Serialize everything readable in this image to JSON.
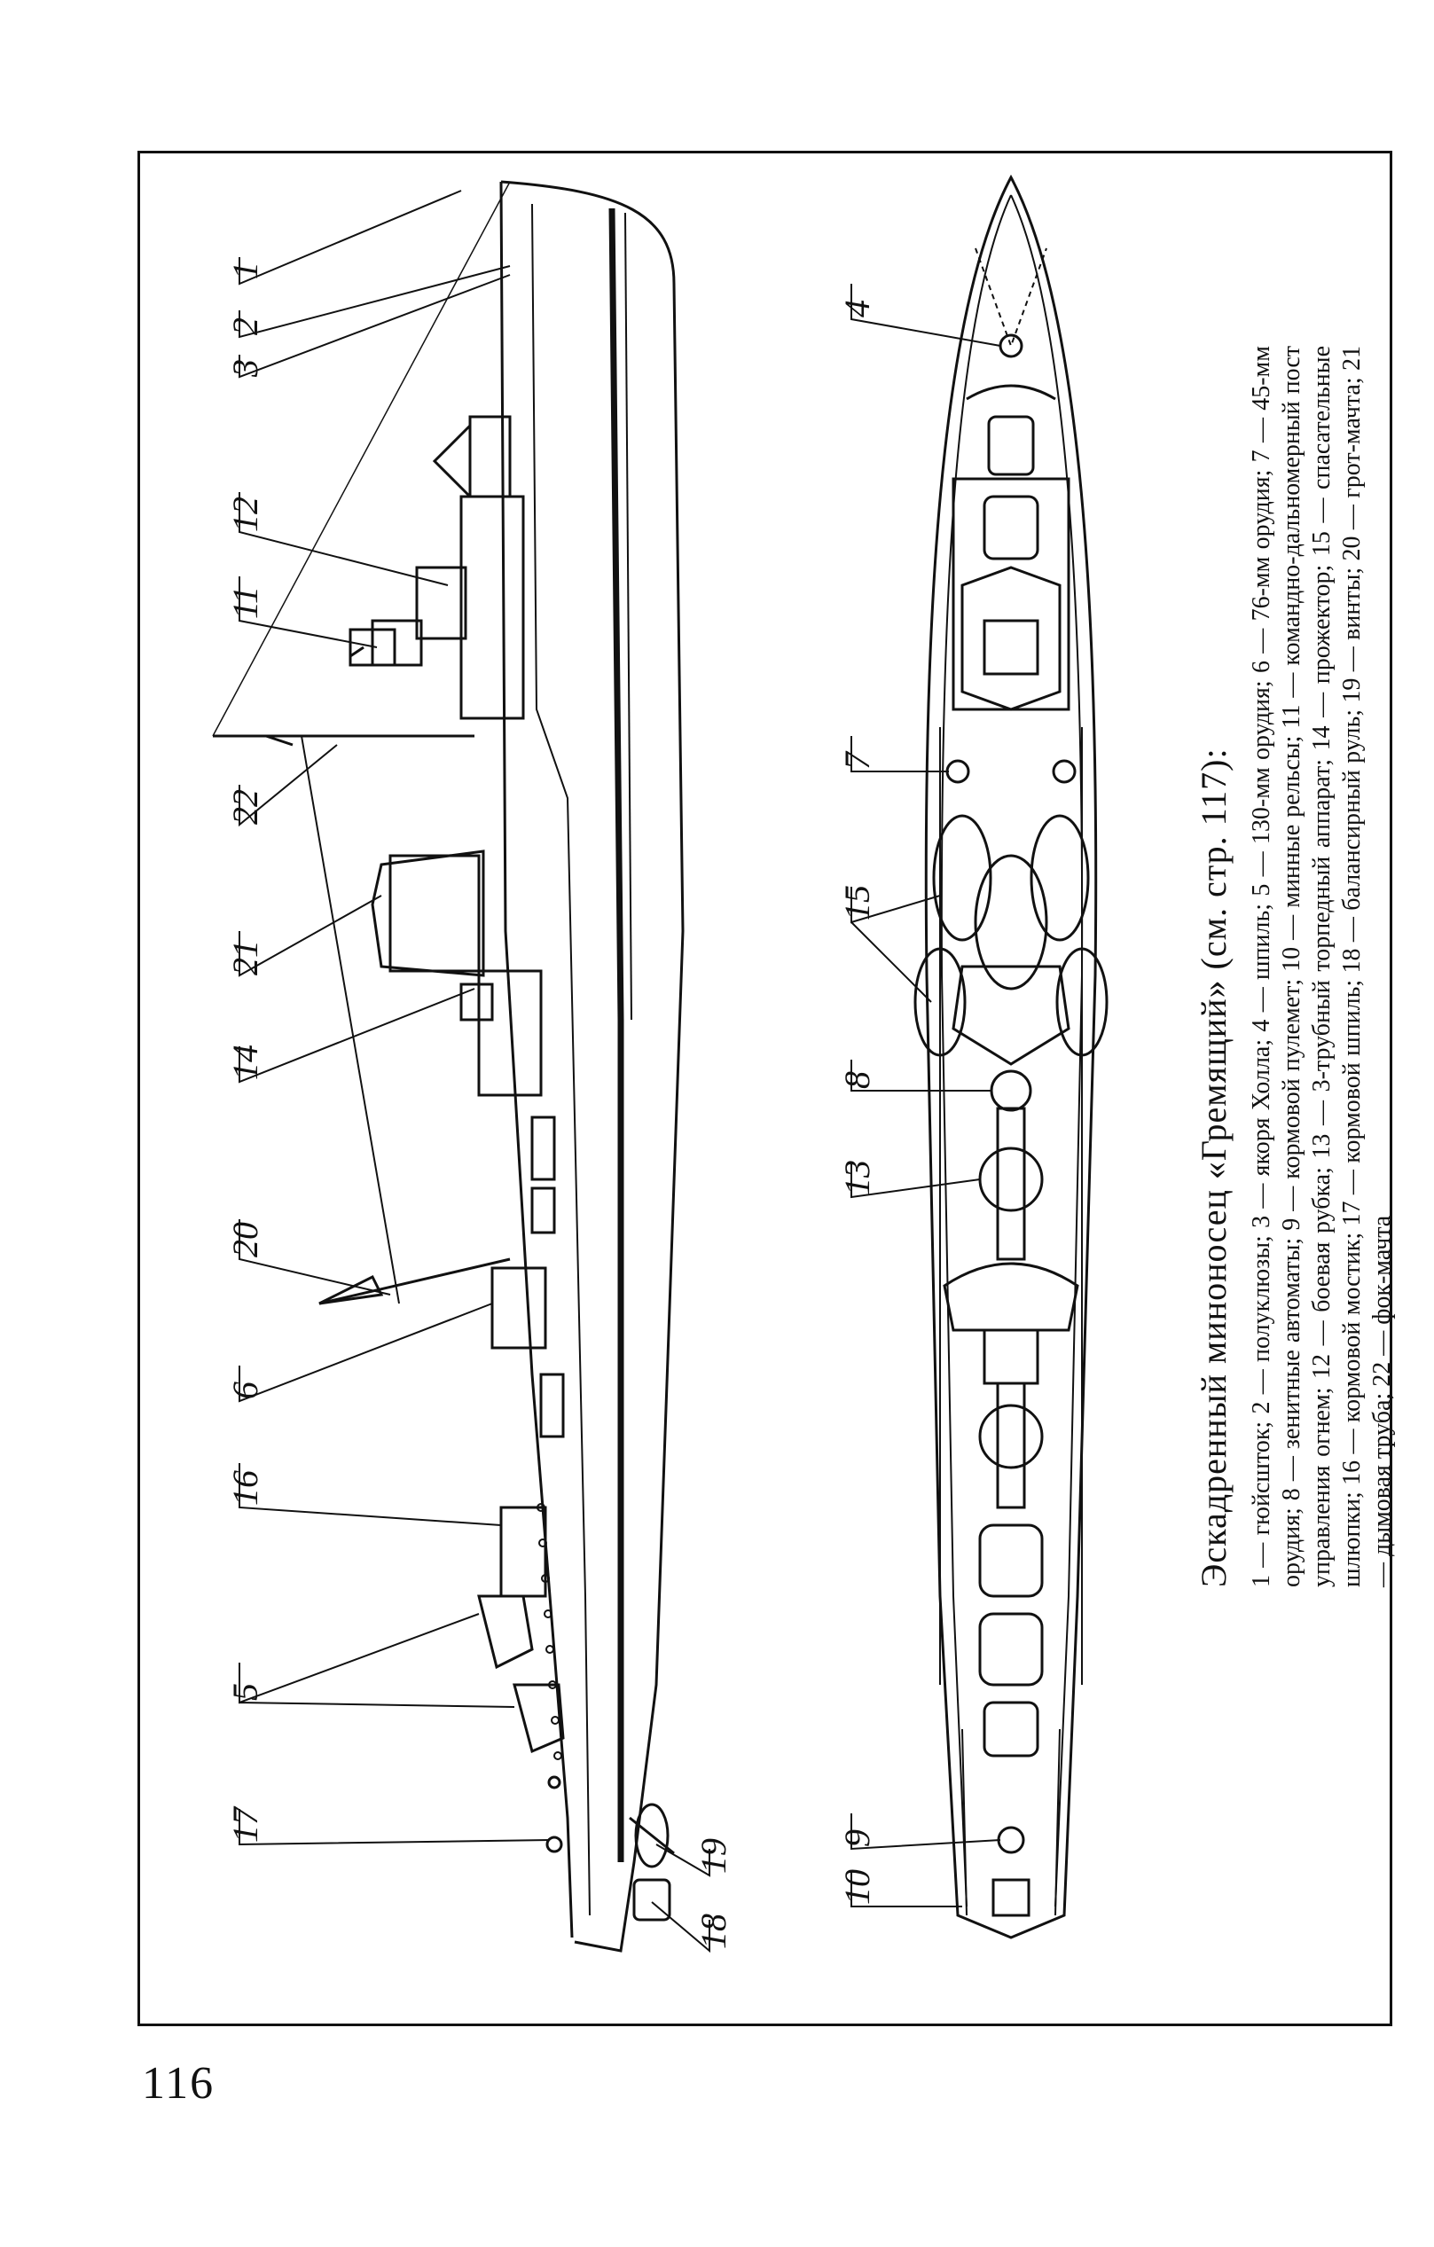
{
  "page": {
    "number": "116"
  },
  "caption": {
    "title": "Эскадренный миноносец «Гремящий» (см. стр. 117):",
    "legend": "1 — гюйсшток; 2 — полуклюзы; 3 — якоря Холла; 4 — шпиль; 5 — 130-мм орудия; 6 — 76-мм орудия; 7 — 45-мм орудия; 8 — зенитные автоматы; 9 — кормовой пулемет; 10 — минные рельсы; 11 — командно-дальномерный пост управления огнем; 12 — боевая рубка; 13 — 3-трубный торпедный аппарат; 14 — прожектор; 15 — спасательные шлюпки; 16 — кормовой мостик; 17 — кормовой шпиль; 18 — балансирный руль; 19 — винты; 20 — грот-мачта; 21 — дымовая труба; 22 — фок-мачта"
  },
  "profile_view": {
    "callouts": [
      "1",
      "2",
      "3",
      "12",
      "11",
      "22",
      "21",
      "14",
      "20",
      "6",
      "16",
      "5",
      "17",
      "19",
      "18"
    ]
  },
  "plan_view": {
    "callouts": [
      "4",
      "7",
      "15",
      "8",
      "13",
      "9",
      "10"
    ]
  },
  "colors": {
    "ink": "#111111",
    "paper": "#ffffff"
  }
}
